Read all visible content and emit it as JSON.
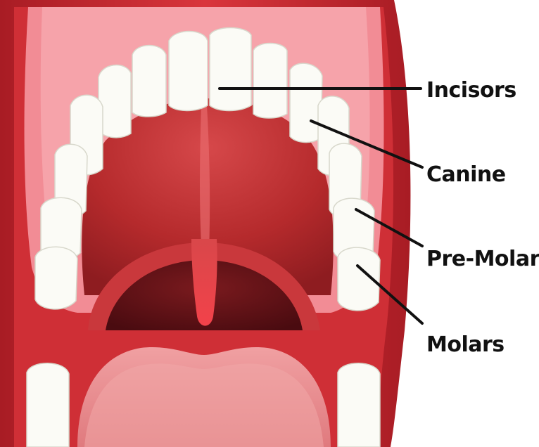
{
  "labels": {
    "incisors": "Incisors",
    "canine": "Canine",
    "premolars": "Pre-Molars",
    "molars": "Molars"
  },
  "colors": {
    "lip_red": "#c8262e",
    "gum_pink": "#f28c95",
    "palate_red": "#b52a2c",
    "throat_dark": "#5a0f14",
    "tongue_pink": "#e98a8c",
    "uvula_red": "#e03b3f",
    "tooth_white": "#fbfbf6",
    "label_black": "#111111"
  }
}
